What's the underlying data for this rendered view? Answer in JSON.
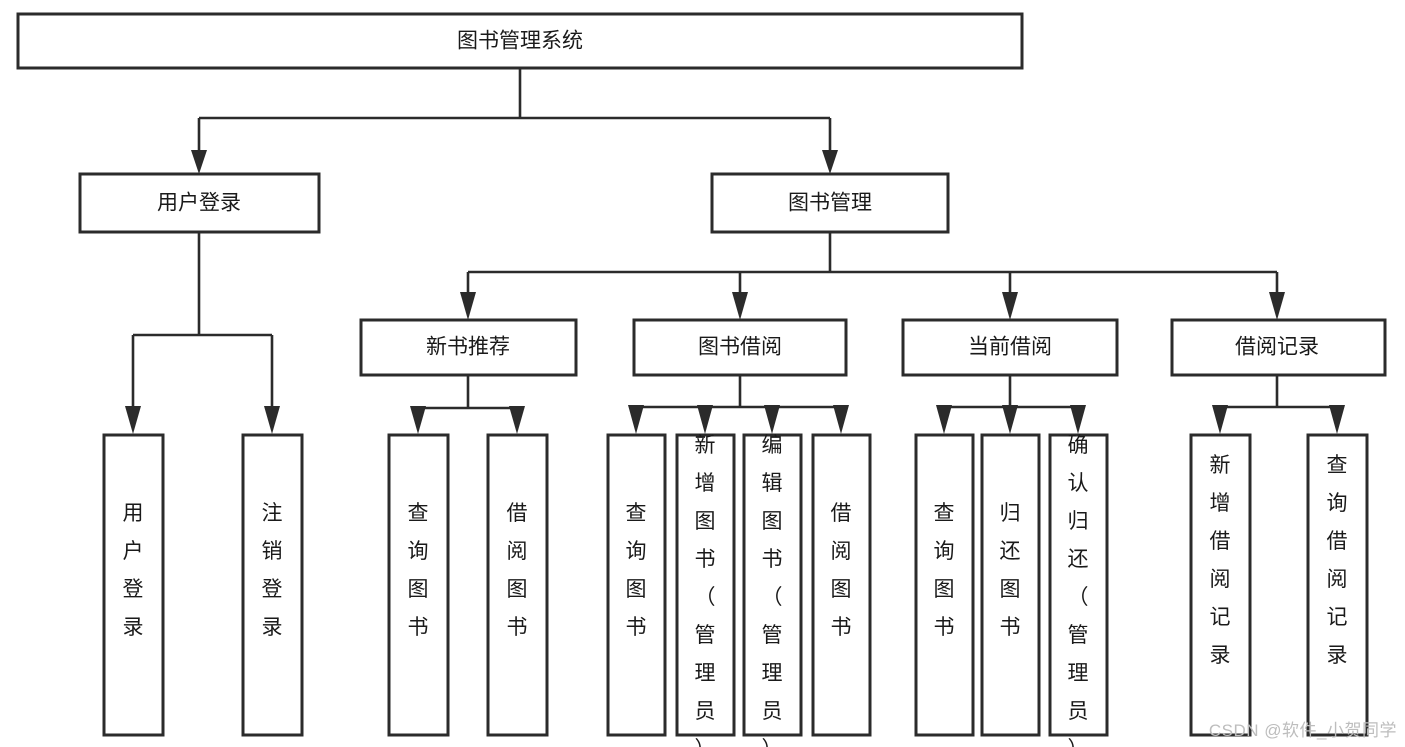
{
  "diagram": {
    "type": "tree-hierarchy",
    "title": "图书管理系统",
    "watermark": "CSDN @软件_小贺同学",
    "colors": {
      "stroke": "#2b2b2b",
      "fill": "#ffffff",
      "text": "#1a1a1a",
      "watermark": "#bdbdbd"
    },
    "root": {
      "label": "图书管理系统",
      "level": 0
    },
    "level1": [
      {
        "label": "用户登录"
      },
      {
        "label": "图书管理"
      }
    ],
    "level2": [
      {
        "label": "新书推荐"
      },
      {
        "label": "图书借阅"
      },
      {
        "label": "当前借阅"
      },
      {
        "label": "借阅记录"
      }
    ],
    "leaves": {
      "user_login": [
        {
          "label": "用户登录"
        },
        {
          "label": "注销登录"
        }
      ],
      "new_book": [
        {
          "label": "查询图书"
        },
        {
          "label": "借阅图书"
        }
      ],
      "book_borrow": [
        {
          "label": "查询图书"
        },
        {
          "label": "新增图书（管理员）"
        },
        {
          "label": "编辑图书（管理员）"
        },
        {
          "label": "借阅图书"
        }
      ],
      "current_borrow": [
        {
          "label": "查询图书"
        },
        {
          "label": "归还图书"
        },
        {
          "label": "确认归还（管理员）"
        }
      ],
      "borrow_record": [
        {
          "label": "新增借阅记录"
        },
        {
          "label": "查询借阅记录"
        }
      ]
    }
  }
}
